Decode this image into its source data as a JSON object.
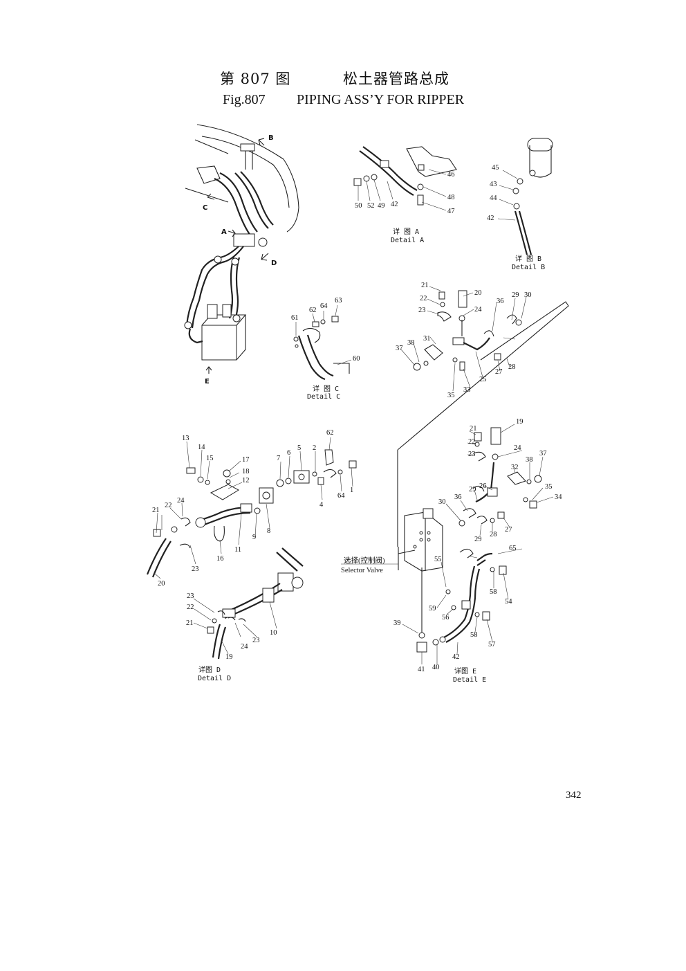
{
  "title": {
    "cn_fig": "第 807 图",
    "cn_name": "松土器管路总成",
    "en_fig": "Fig.807",
    "en_name": "PIPING ASS’Y FOR RIPPER"
  },
  "page_number": "342",
  "views": {
    "main": {
      "arrows": [
        "A",
        "B",
        "C",
        "D",
        "E"
      ]
    },
    "detail_a": {
      "caption_cn": "详 图 A",
      "caption_en": "Detail A",
      "parts": [
        "46",
        "48",
        "47",
        "50",
        "52",
        "49",
        "42"
      ]
    },
    "detail_b": {
      "caption_cn": "详 图 B",
      "caption_en": "Detail B",
      "parts": [
        "45",
        "43",
        "44",
        "42"
      ]
    },
    "detail_c": {
      "caption_cn": "详 图 C",
      "caption_en": "Detail C",
      "parts": [
        "63",
        "62",
        "64",
        "61",
        "60"
      ]
    },
    "detail_upper_right": {
      "parts": [
        "21",
        "20",
        "22",
        "23",
        "24",
        "36",
        "29",
        "30",
        "31",
        "37",
        "38",
        "27",
        "28",
        "25",
        "35",
        "33"
      ]
    },
    "detail_d": {
      "caption_cn": "详图 D",
      "caption_en": "Detail D",
      "parts": [
        "13",
        "14",
        "15",
        "17",
        "18",
        "12",
        "7",
        "6",
        "5",
        "2",
        "62",
        "64",
        "1",
        "4",
        "22",
        "24",
        "21",
        "9",
        "8",
        "11",
        "16",
        "23",
        "20",
        "22",
        "23",
        "21",
        "24",
        "23",
        "19",
        "10"
      ]
    },
    "detail_e": {
      "caption_cn": "详图 E",
      "caption_en": "Detail E",
      "selector_cn": "选择(控制阀)",
      "selector_en": "Selector Valve",
      "parts": [
        "19",
        "21",
        "22",
        "24",
        "23",
        "38",
        "37",
        "32",
        "26",
        "35",
        "34",
        "36",
        "29",
        "30",
        "28",
        "27",
        "29",
        "65",
        "55",
        "58",
        "54",
        "59",
        "56",
        "58",
        "57",
        "39",
        "42",
        "41",
        "40"
      ]
    }
  }
}
